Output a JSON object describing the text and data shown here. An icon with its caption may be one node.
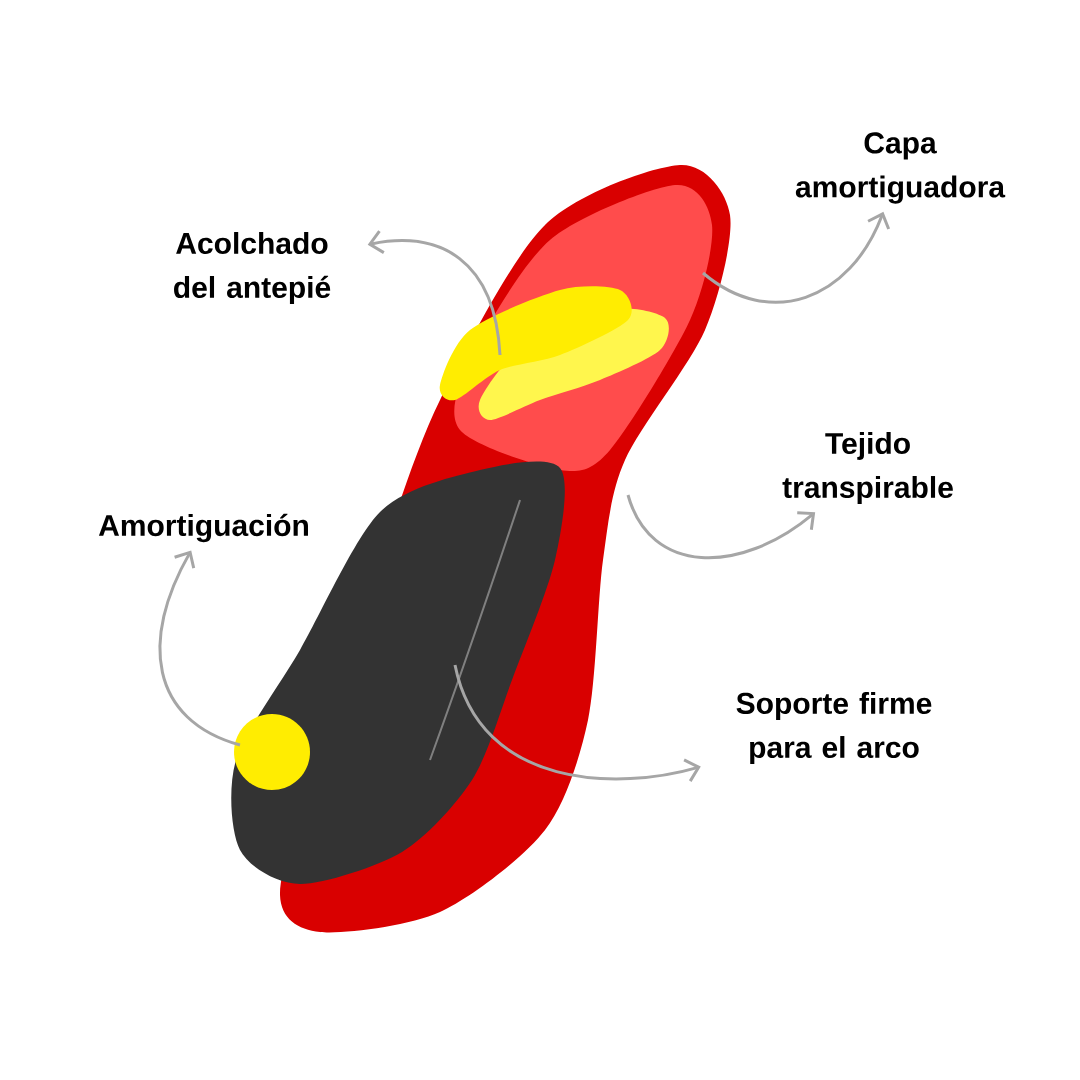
{
  "diagram": {
    "nodes": [
      {
        "text": [
          "Capa amortiguadora"
        ]
      },
      {
        "text": [
          "Acolchado del antepié"
        ]
      },
      {
        "text": [
          "Tejido transpirable"
        ]
      },
      {
        "text": [
          "Amortiguación"
        ]
      },
      {
        "text": [
          "Soporte firme para el arco"
        ]
      }
    ],
    "edges": [
      {
        "from": null,
        "to": 0,
        "arrow": "to"
      },
      {
        "from": null,
        "to": 1,
        "arrow": "to"
      },
      {
        "from": null,
        "to": 2,
        "arrow": "to"
      },
      {
        "from": null,
        "to": 3,
        "arrow": "to"
      },
      {
        "from": null,
        "to": 4,
        "arrow": "to"
      }
    ]
  }
}
